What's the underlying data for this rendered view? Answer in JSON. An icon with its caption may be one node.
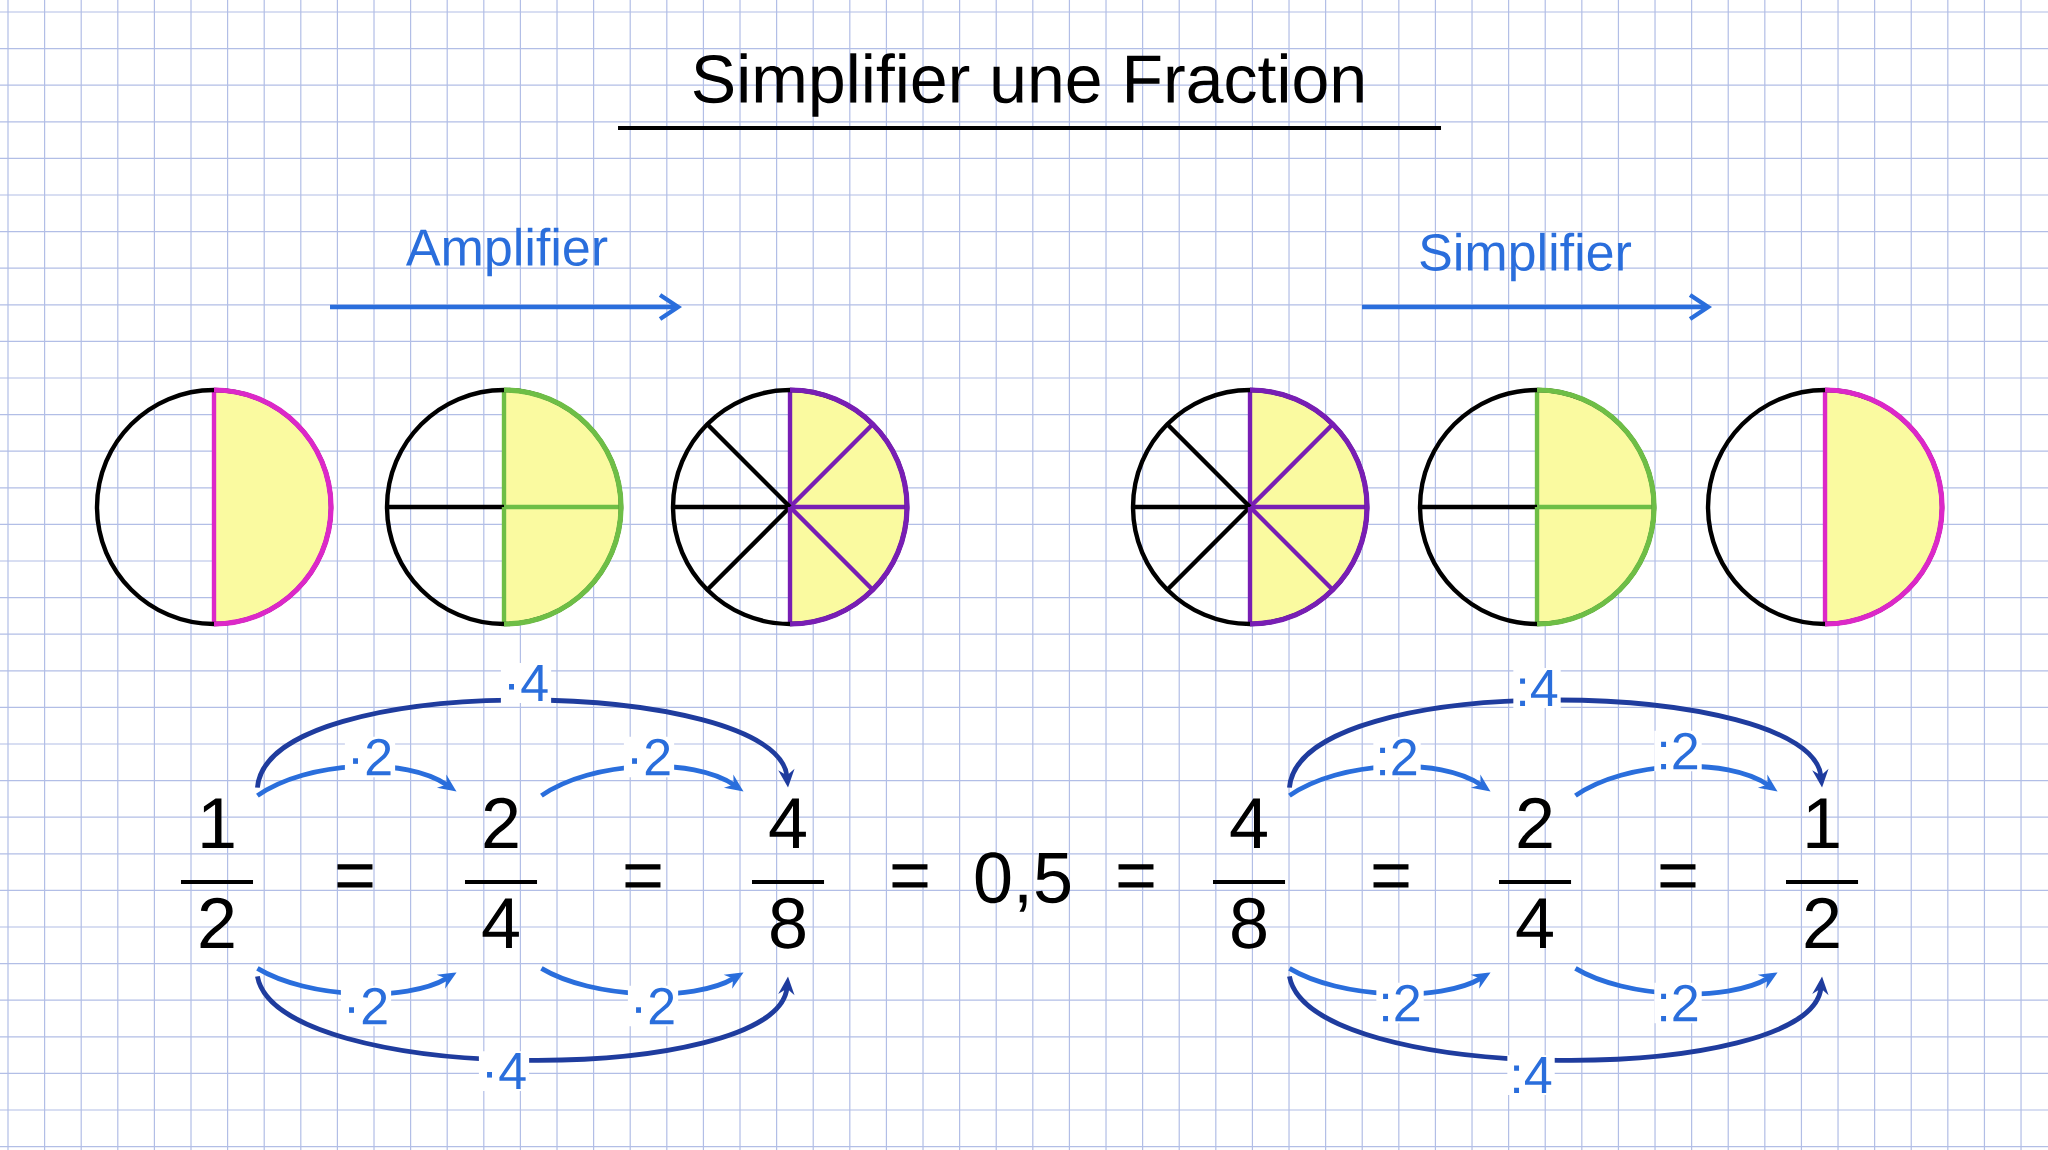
{
  "diagram": {
    "title": "Simplifier une Fraction",
    "nodes": [
      {
        "text": [],
        "shape": "circle"
      },
      {
        "text": [],
        "shape": "circle"
      },
      {
        "text": [],
        "shape": "circle"
      },
      {
        "text": [],
        "shape": "circle"
      },
      {
        "text": [],
        "shape": "circle"
      },
      {
        "text": [],
        "shape": "circle"
      },
      {
        "text": [
          "1",
          "2"
        ]
      },
      {
        "text": [
          "2",
          "4"
        ]
      },
      {
        "text": [
          "4",
          "8"
        ]
      },
      {
        "text": [
          "4",
          "8"
        ]
      },
      {
        "text": [
          "2",
          "4"
        ]
      },
      {
        "text": [
          "1",
          "2"
        ]
      }
    ],
    "edges": [
      {
        "from": 6,
        "to": 7,
        "arrow": "to",
        "label": "·2"
      },
      {
        "from": 7,
        "to": 8,
        "arrow": "to",
        "label": "·2"
      },
      {
        "from": 6,
        "to": 8,
        "arrow": "to",
        "label": "·4",
        "color": "#1f3c9e"
      },
      {
        "from": 6,
        "to": 7,
        "arrow": "to",
        "label": "·2"
      },
      {
        "from": 7,
        "to": 8,
        "arrow": "to",
        "label": "·2"
      },
      {
        "from": 6,
        "to": 8,
        "arrow": "to",
        "label": "·4",
        "color": "#1f3c9e"
      },
      {
        "from": 9,
        "to": 10,
        "arrow": "to",
        "label": ":2"
      },
      {
        "from": 10,
        "to": 11,
        "arrow": "to",
        "label": ":2"
      },
      {
        "from": 9,
        "to": 11,
        "arrow": "to",
        "label": ":4",
        "color": "#1f3c9e"
      },
      {
        "from": 9,
        "to": 10,
        "arrow": "to",
        "label": ":2"
      },
      {
        "from": 10,
        "to": 11,
        "arrow": "to",
        "label": ":2"
      },
      {
        "from": 9,
        "to": 11,
        "arrow": "to",
        "label": ":4",
        "color": "#1f3c9e"
      }
    ],
    "labels": [
      "Amplifier",
      "Simplifier",
      "=",
      "=",
      "=",
      "0,5",
      "=",
      "=",
      "="
    ]
  }
}
